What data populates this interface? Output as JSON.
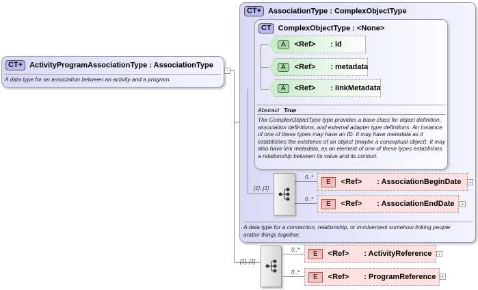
{
  "root": {
    "badge": "CT+",
    "name": "ActivityProgramAssociationType",
    "base": ": AssociationType",
    "description": "A data type for an association between an activity and a program.",
    "collapse": "−"
  },
  "association": {
    "badge": "CT+",
    "title": "AssociationType : ComplexObjectType",
    "description": "A data type for a connection, relationship, or involvement somehow linking people and/or things together.",
    "complex": {
      "badge": "CT",
      "title": "ComplexObjectType : <None>",
      "attributes": [
        {
          "badge": "A",
          "ref": "<Ref>",
          "name": ": id"
        },
        {
          "badge": "A",
          "ref": "<Ref>",
          "name": ": metadata"
        },
        {
          "badge": "A",
          "ref": "<Ref>",
          "name": ": linkMetadata"
        }
      ],
      "abstract_label": "Abstract",
      "abstract_value": "True",
      "description": "The ComplexObjectType type provides a base class for object definition, association definitions, and external adapter type definitions. An instance of one of these types may have an ID. It may have metadata as it establishes the existence of an object (maybe a conceptual object). It may also have link metadata, as an element of one of these types establishes a relationship between its value and its context."
    },
    "sequence": {
      "cardinality": "[1]..[1]",
      "elements": [
        {
          "badge": "E",
          "ref": "<Ref>",
          "name": ": AssociationBeginDate",
          "occurs": "0..*"
        },
        {
          "badge": "E",
          "ref": "<Ref>",
          "name": ": AssociationEndDate",
          "occurs": "0..*"
        }
      ]
    }
  },
  "sequence": {
    "cardinality": "[1]..[1]",
    "elements": [
      {
        "badge": "E",
        "ref": "<Ref>",
        "name": ": ActivityReference",
        "occurs": "0..*"
      },
      {
        "badge": "E",
        "ref": "<Ref>",
        "name": ": ProgramReference",
        "occurs": "0..*"
      }
    ]
  },
  "expand": "+"
}
